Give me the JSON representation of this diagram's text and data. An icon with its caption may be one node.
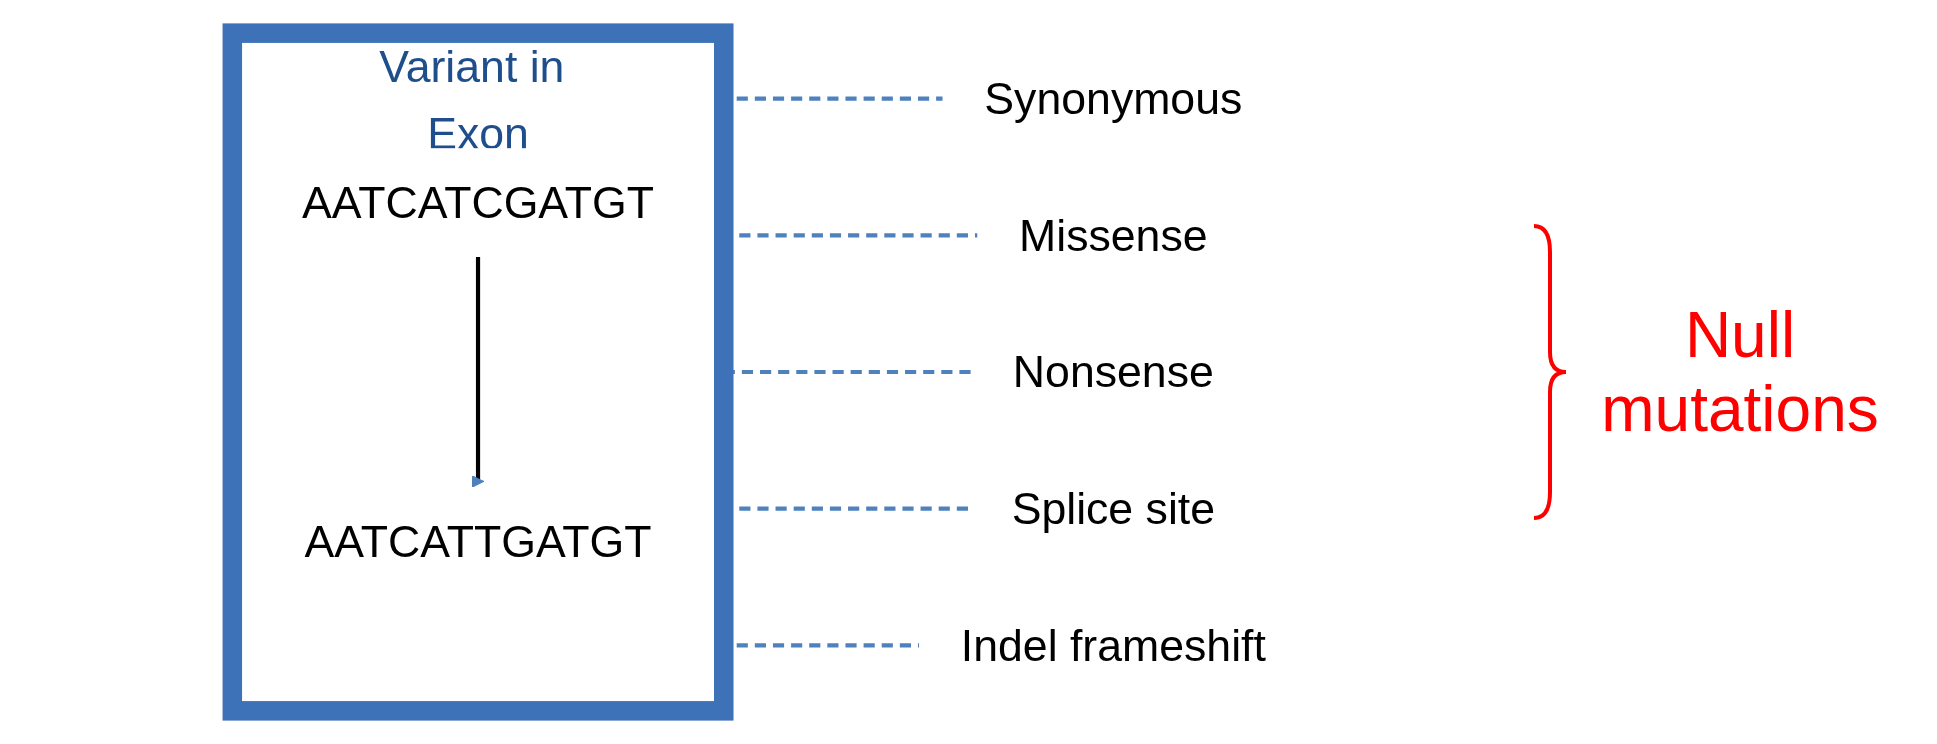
{
  "diagram": {
    "nodes": [
      {
        "text": [
          "Variant in Exon"
        ]
      },
      {
        "text": [
          "AATCATCGATGT"
        ],
        "in": 0
      },
      {
        "text": [
          "AATCATTGATGT"
        ],
        "in": 0
      },
      {
        "text": [
          "Synonymous"
        ]
      },
      {
        "text": [
          "Missense"
        ]
      },
      {
        "text": [
          "Nonsense"
        ]
      },
      {
        "text": [
          "Splice site"
        ]
      },
      {
        "text": [
          "Indel frameshift"
        ]
      }
    ],
    "edges": [
      {
        "from": 1,
        "to": 2,
        "arrow": "to",
        "color": "#000000"
      },
      {
        "from": 0,
        "to": 3,
        "arrow": "none",
        "style": "dashed"
      },
      {
        "from": 0,
        "to": 4,
        "arrow": "none",
        "style": "dashed"
      },
      {
        "from": 0,
        "to": 5,
        "arrow": "none",
        "style": "dashed"
      },
      {
        "from": 0,
        "to": 6,
        "arrow": "none",
        "style": "dashed"
      },
      {
        "from": 0,
        "to": 7,
        "arrow": "none",
        "style": "dashed"
      }
    ],
    "labels": [
      "Null mutations"
    ]
  }
}
